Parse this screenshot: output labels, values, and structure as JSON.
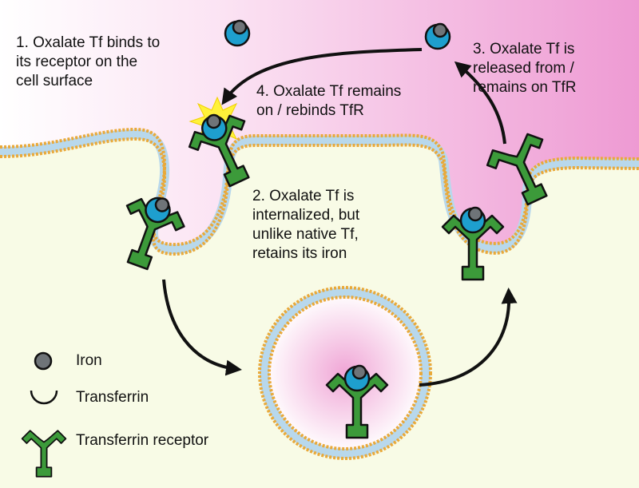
{
  "colors": {
    "extracellular": "#f2a8d8",
    "cytoplasm": "#f8fbe6",
    "membrane_heads": "#e9a93a",
    "membrane_tails": "#b8d8ec",
    "receptor": "#3c9a3a",
    "transferrin": "#1e9fce",
    "iron": "#6f7478",
    "burst": "#fff23a",
    "arrow": "#111111"
  },
  "steps": [
    {
      "lines": [
        "1.  Oxalate Tf binds to",
        "its receptor on the",
        "cell surface"
      ]
    },
    {
      "lines": [
        "2.  Oxalate Tf is",
        "internalized, but",
        "unlike native Tf,",
        "retains its iron"
      ]
    },
    {
      "lines": [
        "3.  Oxalate Tf is",
        "released from /",
        "remains on TfR"
      ]
    },
    {
      "lines": [
        "4.  Oxalate Tf remains",
        "on / rebinds TfR"
      ]
    }
  ],
  "legend": {
    "items": [
      {
        "icon": "iron-icon",
        "label": "Iron"
      },
      {
        "icon": "transferrin-icon",
        "label": "Transferrin"
      },
      {
        "icon": "transferrin-receptor-icon",
        "label": "Transferrin receptor"
      }
    ]
  }
}
